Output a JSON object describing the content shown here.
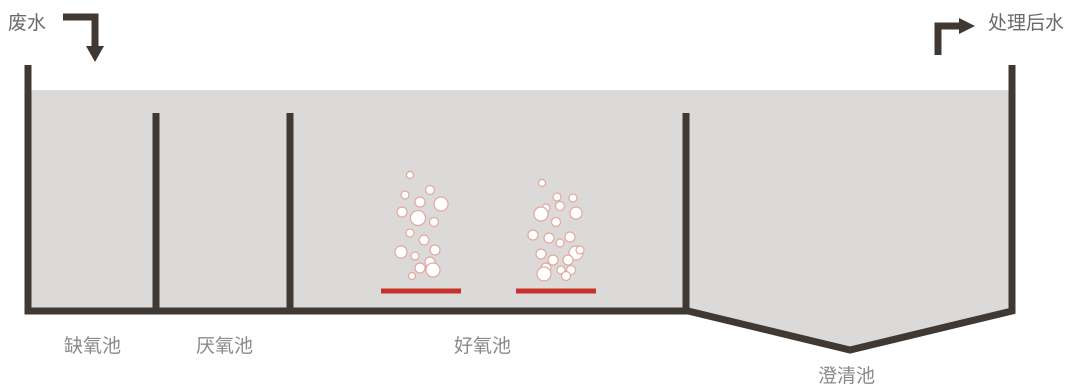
{
  "io": {
    "inlet_label": "废水",
    "outlet_label": "处理后水"
  },
  "tanks": [
    {
      "name": "缺氧池"
    },
    {
      "name": "厌氧池"
    },
    {
      "name": "好氧池"
    },
    {
      "name": "澄清池"
    }
  ],
  "colors": {
    "water": "#dcdad9",
    "wall": "#3f3833",
    "aerator": "#c9302c",
    "bubble_fill": "#ffffff",
    "bubble_stroke": "#e3a79d",
    "label_text": "#8a8a8a"
  }
}
